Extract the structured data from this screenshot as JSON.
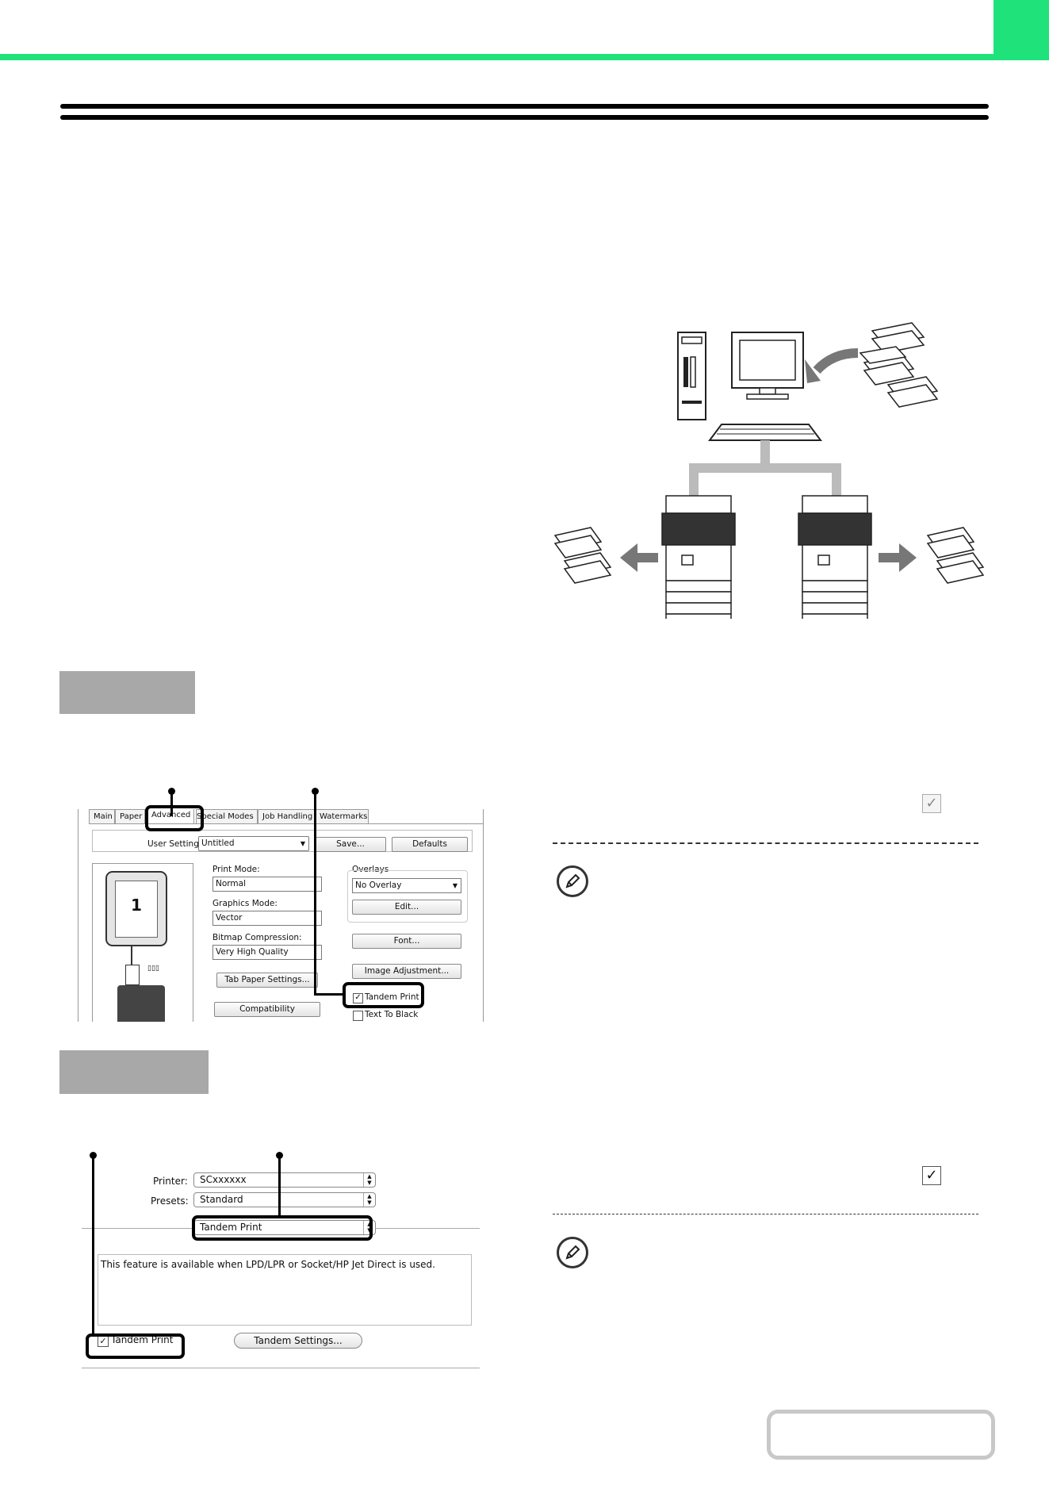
{
  "win_dialog": {
    "tabs": [
      "Main",
      "Paper",
      "Advanced",
      "Special Modes",
      "Job Handling",
      "Watermarks"
    ],
    "user_settings_label": "User Settings:",
    "user_settings_value": "Untitled",
    "save_label": "Save...",
    "defaults_label": "Defaults",
    "preview_page_number": "1",
    "print_mode_label": "Print Mode:",
    "print_mode_value": "Normal",
    "graphics_mode_label": "Graphics Mode:",
    "graphics_mode_value": "Vector",
    "bitmap_label": "Bitmap Compression:",
    "bitmap_value": "Very High Quality",
    "tab_paper_label": "Tab Paper Settings...",
    "compat_label": "Compatibility",
    "overlays_label": "Overlays",
    "overlays_value": "No Overlay",
    "edit_label": "Edit...",
    "font_label": "Font...",
    "image_adj_label": "Image Adjustment...",
    "tandem_label": "Tandem Print",
    "text_black_label": "Text To Black"
  },
  "mac_dialog": {
    "printer_label": "Printer:",
    "printer_value": "SCxxxxxx",
    "presets_label": "Presets:",
    "presets_value": "Standard",
    "panel_value": "Tandem Print",
    "description": "This feature is available when LPD/LPR or Socket/HP Jet Direct is used.",
    "tandem_checkbox_label": "Tandem Print",
    "tandem_settings_label": "Tandem Settings..."
  },
  "icons": [
    "pencil-note-icon",
    "checkbox-icon",
    "printer-icon",
    "computer-icon",
    "paper-stack-icon",
    "arrow-icon"
  ],
  "colors": {
    "accent": "#1fe37a",
    "header_gray": "#a8a8a8"
  }
}
